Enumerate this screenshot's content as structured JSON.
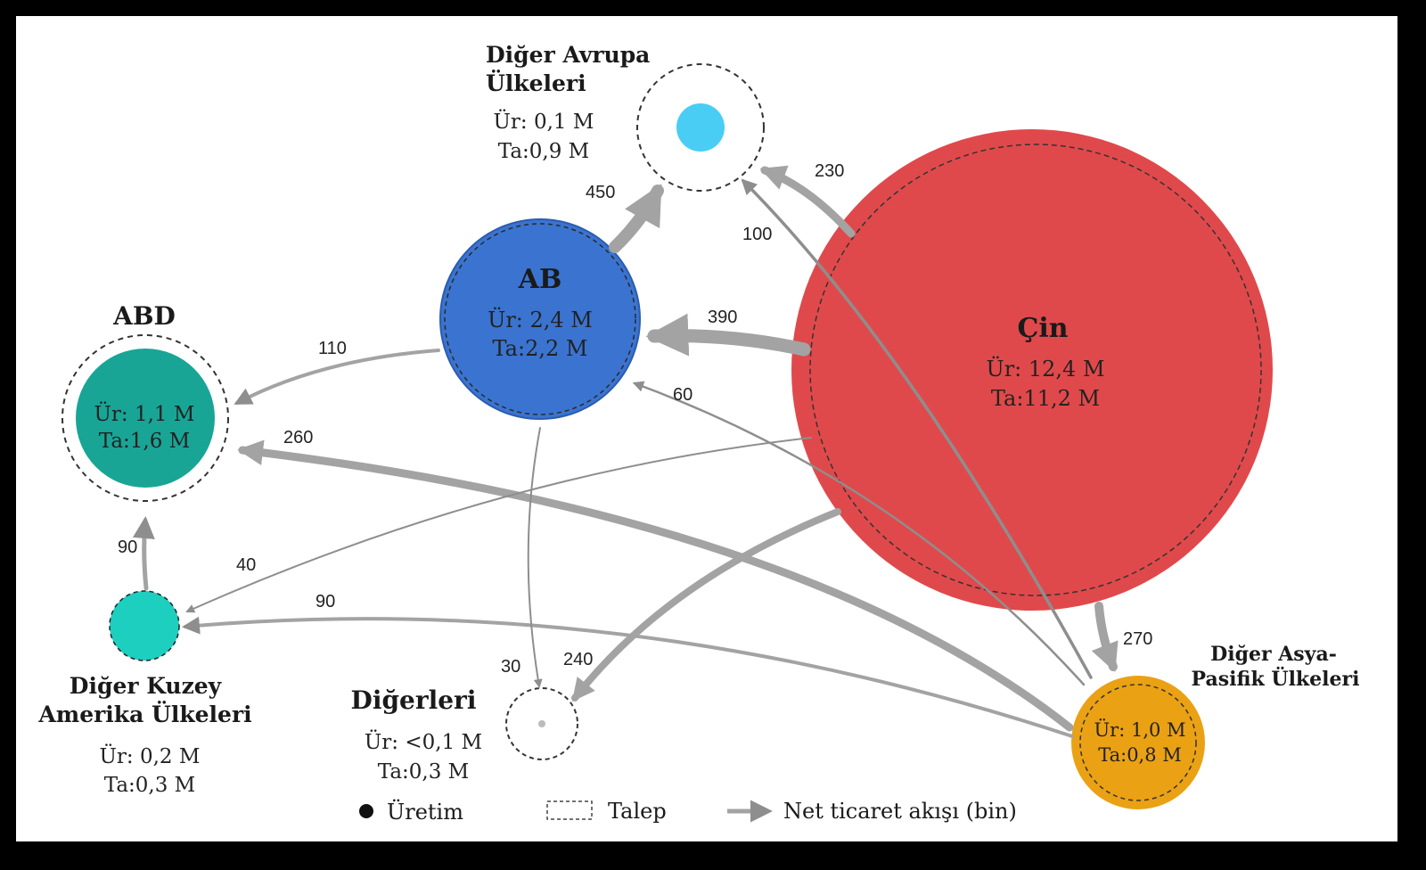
{
  "regions": {
    "cin": {
      "name": "Çin",
      "production": "Ür: 12,4 M",
      "demand": "Ta:11,2 M",
      "color": "#e0494b"
    },
    "ab": {
      "name": "AB",
      "production": "Ür: 2,4 M",
      "demand": "Ta:2,2 M",
      "color": "#3a74d0"
    },
    "abd": {
      "name": "ABD",
      "production": "Ür: 1,1 M",
      "demand": "Ta:1,6 M",
      "color": "#18a596"
    },
    "diger_avrupa": {
      "name_line1": "Diğer Avrupa",
      "name_line2": "Ülkeleri",
      "production": "Ür: 0,1 M",
      "demand": "Ta:0,9 M",
      "color": "#49cdf5"
    },
    "diger_kuzey_amerika": {
      "name_line1": "Diğer Kuzey",
      "name_line2": "Amerika Ülkeleri",
      "production": "Ür: 0,2 M",
      "demand": "Ta:0,3 M",
      "color": "#1ccfbf"
    },
    "digerleri": {
      "name": "Diğerleri",
      "production": "Ür: <0,1 M",
      "demand": "Ta:0,3 M",
      "color": "#bbbbbb"
    },
    "diger_asya_pasifik": {
      "name_line1": "Diğer Asya-",
      "name_line2": "Pasifik Ülkeleri",
      "production": "Ür: 1,0 M",
      "demand": "Ta:0,8 M",
      "color": "#eaa114"
    }
  },
  "flows": [
    {
      "from": "Çin",
      "to": "Diğer Avrupa Ülkeleri",
      "value": "230"
    },
    {
      "from": "AB",
      "to": "Diğer Avrupa Ülkeleri",
      "value": "450"
    },
    {
      "from": "Diğer Asya-Pasifik Ülkeleri",
      "to": "Diğer Avrupa Ülkeleri",
      "value": "100"
    },
    {
      "from": "Çin",
      "to": "AB",
      "value": "390"
    },
    {
      "from": "AB",
      "to": "ABD",
      "value": "110"
    },
    {
      "from": "Diğer Asya-Pasifik Ülkeleri",
      "to": "AB",
      "value": "60"
    },
    {
      "from": "Diğer Asya-Pasifik Ülkeleri",
      "to": "ABD",
      "value": "260"
    },
    {
      "from": "Diğer Kuzey Amerika Ülkeleri",
      "to": "ABD",
      "value": "90"
    },
    {
      "from": "Çin",
      "to": "Diğer Kuzey Amerika Ülkeleri",
      "value": "40"
    },
    {
      "from": "Diğer Asya-Pasifik Ülkeleri",
      "to": "Diğer Kuzey Amerika Ülkeleri",
      "value": "90"
    },
    {
      "from": "AB",
      "to": "Diğerleri",
      "value": "30"
    },
    {
      "from": "Çin",
      "to": "Diğerleri",
      "value": "240"
    },
    {
      "from": "Çin",
      "to": "Diğer Asya-Pasifik Ülkeleri",
      "value": "270"
    }
  ],
  "legend": {
    "production": "Üretim",
    "demand": "Talep",
    "flow": "Net ticaret akışı (bin)"
  }
}
